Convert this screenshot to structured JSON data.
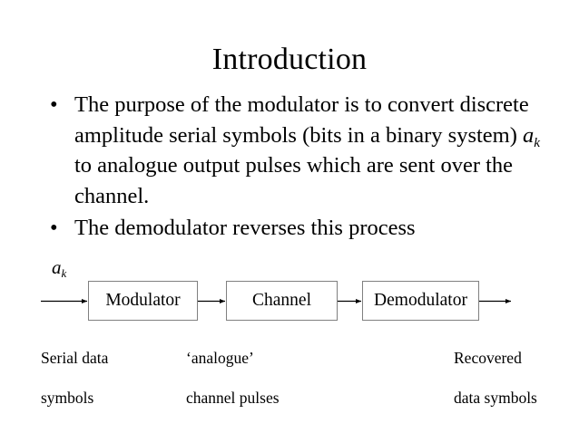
{
  "slide": {
    "title": "Introduction",
    "background_color": "#ffffff",
    "text_color": "#000000"
  },
  "bullets": [
    {
      "marker": "•",
      "segments": [
        {
          "type": "text",
          "value": "The purpose of the modulator is to convert discrete amplitude serial symbols (bits in a binary system) "
        },
        {
          "type": "math",
          "base": "a",
          "sub": "k"
        },
        {
          "type": "text",
          "value": " to analogue output pulses which are sent over the channel."
        }
      ],
      "plain_text": "The purpose of the modulator is to convert discrete amplitude serial symbols (bits in a binary system) a_k to analogue output pulses which are sent over the channel."
    },
    {
      "marker": "•",
      "segments": [
        {
          "type": "text",
          "value": "The demodulator reverses this process"
        }
      ],
      "plain_text": "The demodulator reverses this process"
    }
  ],
  "diagram": {
    "input_signal_label": {
      "base": "a",
      "sub": "k"
    },
    "box_border_color": "#808080",
    "line_color": "#000000",
    "blocks": [
      {
        "label": "Modulator"
      },
      {
        "label": "Channel"
      },
      {
        "label": "Demodulator"
      }
    ],
    "captions": [
      {
        "line1": "Serial data",
        "line2": "symbols"
      },
      {
        "line1": "‘analogue’",
        "line2": "channel pulses"
      },
      {
        "line1": "Recovered",
        "line2": "data symbols"
      }
    ]
  }
}
